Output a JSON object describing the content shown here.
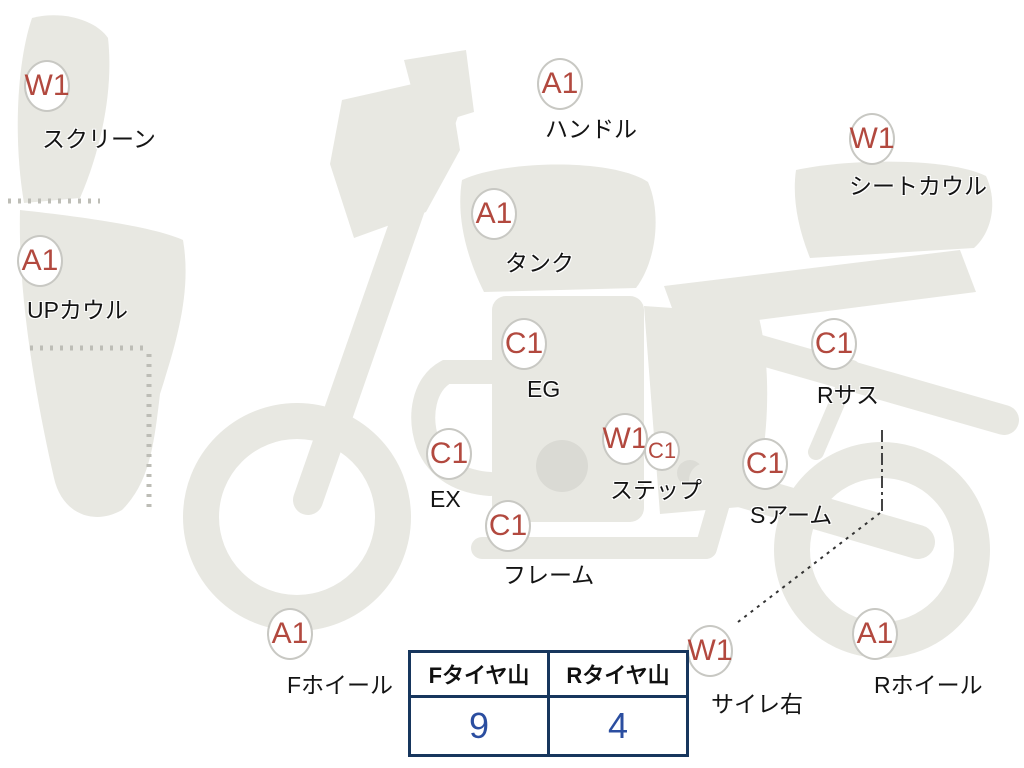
{
  "markers": [
    {
      "id": "screen",
      "code": "W1",
      "label": "スクリーン"
    },
    {
      "id": "up-cowl",
      "code": "A1",
      "label": "UPカウル"
    },
    {
      "id": "handle",
      "code": "A1",
      "label": "ハンドル"
    },
    {
      "id": "tank",
      "code": "A1",
      "label": "タンク"
    },
    {
      "id": "seat-cowl",
      "code": "W1",
      "label": "シートカウル"
    },
    {
      "id": "engine",
      "code": "C1",
      "label": "EG"
    },
    {
      "id": "rear-sus",
      "code": "C1",
      "label": "Rサス"
    },
    {
      "id": "exhaust",
      "code": "C1",
      "label": "EX"
    },
    {
      "id": "step",
      "code": "W1",
      "code2": "C1",
      "label": "ステップ"
    },
    {
      "id": "swing-arm",
      "code": "C1",
      "label": "Sアーム"
    },
    {
      "id": "frame",
      "code": "C1",
      "label": "フレーム"
    },
    {
      "id": "front-wheel",
      "code": "A1",
      "label": "Fホイール"
    },
    {
      "id": "silencer-right",
      "code": "W1",
      "label": "サイレ右"
    },
    {
      "id": "rear-wheel",
      "code": "A1",
      "label": "Rホイール"
    }
  ],
  "tire_table": {
    "columns": [
      {
        "header": "Fタイヤ山",
        "value": "9"
      },
      {
        "header": "Rタイヤ山",
        "value": "4"
      }
    ]
  },
  "colors": {
    "badge_text": "#b2493f",
    "silhouette": "#e8e8e2",
    "table_border": "#17365d",
    "table_value_text": "#2b4ea0"
  }
}
